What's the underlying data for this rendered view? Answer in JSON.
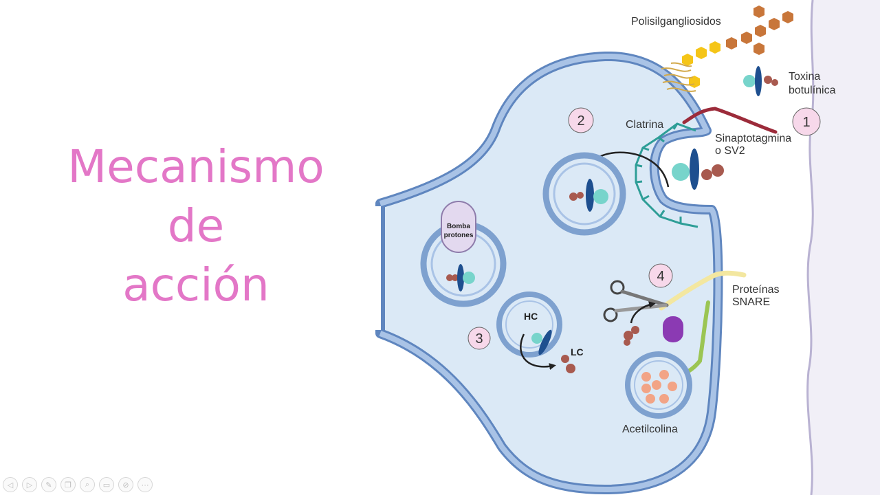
{
  "slide": {
    "title_lines": [
      "Mecanismo",
      "de",
      "acción"
    ]
  },
  "diagram": {
    "labels": {
      "polisialogangliosidos": "Polisilgangliosidos",
      "toxina_line1": "Toxina",
      "toxina_line2": "botulínica",
      "clatrina": "Clatrina",
      "sinaptotagmina_line1": "Sinaptotagmina",
      "sinaptotagmina_line2": "o SV2",
      "bomba_line1": "Bomba",
      "bomba_line2": "protones",
      "hc": "HC",
      "lc": "LC",
      "proteinas_line1": "Proteínas",
      "proteinas_line2": "SNARE",
      "acetilcolina": "Acetilcolina"
    },
    "steps": [
      "1",
      "2",
      "3",
      "4"
    ],
    "colors": {
      "cytoplasm": "#dbe9f6",
      "membrane": "#8fb0d8",
      "membrane_outline": "#5f86bf",
      "toxin_hc": "#77d4cb",
      "toxin_body": "#1e4f8f",
      "toxin_lc": "#a85a4f",
      "clathrin": "#2e9e97",
      "receptor": "#9c2b3a",
      "step_circle": "#f7d8ea",
      "title": "#e377c7"
    }
  },
  "toolbar": {
    "icons": [
      "prev-icon",
      "next-icon",
      "pen-icon",
      "copy-icon",
      "zoom-icon",
      "present-icon",
      "monitor-off-icon",
      "more-icon"
    ],
    "glyphs": [
      "◁",
      "▷",
      "✎",
      "❐",
      "⌕",
      "▭",
      "⊘",
      "⋯"
    ]
  }
}
